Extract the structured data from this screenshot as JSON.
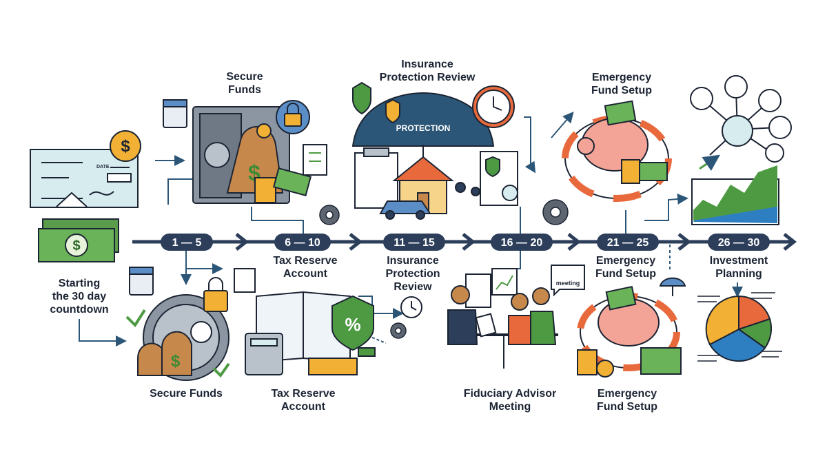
{
  "timeline": {
    "ranges": [
      "1 — 5",
      "6 — 10",
      "11 — 15",
      "16 — 20",
      "21 — 25",
      "26 — 30"
    ]
  },
  "start_label": [
    "Starting",
    "the 30 day",
    "countdown"
  ],
  "top_labels": {
    "secure_funds": [
      "Secure",
      "Funds"
    ],
    "insurance": [
      "Insurance",
      "Protection Review"
    ],
    "emergency": [
      "Emergency",
      "Fund Setup"
    ]
  },
  "mid_labels": {
    "tax_reserve": [
      "Tax Reserve",
      "Account"
    ],
    "insurance": [
      "Insurance",
      "Protection",
      "Review"
    ],
    "emergency": [
      "Emergency",
      "Fund Setup"
    ],
    "investment": [
      "Investment",
      "Planning"
    ]
  },
  "bottom_labels": {
    "secure_funds": [
      "Secure Funds"
    ],
    "tax_reserve": [
      "Tax Reserve",
      "Account"
    ],
    "fiduciary": [
      "Fiduciary Advisor",
      "Meeting"
    ],
    "emergency": [
      "Emergency",
      "Fund Setup"
    ]
  },
  "illustration_text": {
    "umbrella": "PROTECTION",
    "meeting": "meeting",
    "percent": "%",
    "dollar": "$",
    "check_date": "DATE"
  },
  "colors": {
    "navy": "#2c3e5a",
    "green": "#4e9a43",
    "gold": "#f2b134",
    "salmon": "#f4a497",
    "blue": "#4a78b0",
    "orange": "#e86a3c"
  }
}
